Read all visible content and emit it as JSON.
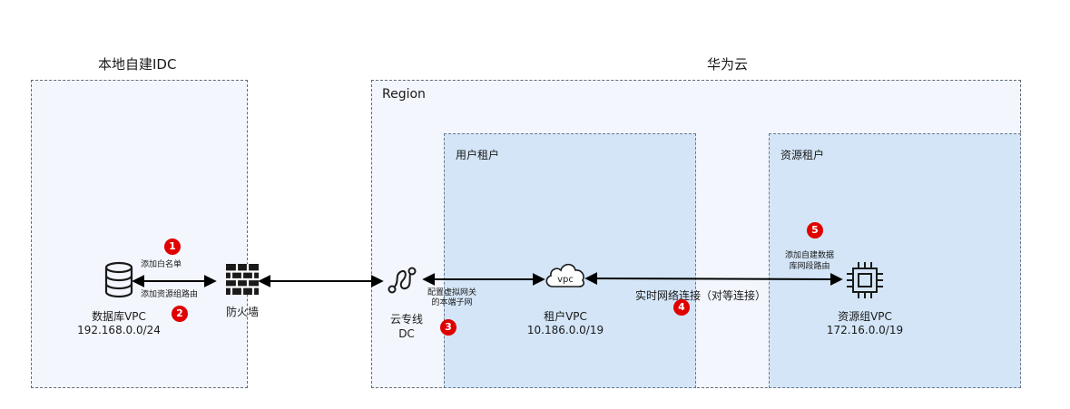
{
  "zones": {
    "idc_title": "本地自建IDC",
    "cloud_title": "华为云",
    "region_title": "Region",
    "user_tenant_title": "用户租户",
    "resource_tenant_title": "资源租户"
  },
  "nodes": {
    "database": {
      "name": "数据库VPC",
      "cidr": "192.168.0.0/24"
    },
    "firewall": {
      "name": "防火墙"
    },
    "direct_connect": {
      "name": "云专线",
      "sub": "DC"
    },
    "tenant_vpc": {
      "icon_text": "vpc",
      "name": "租户VPC",
      "cidr": "10.186.0.0/19"
    },
    "resource_vpc": {
      "name": "资源组VPC",
      "cidr": "172.16.0.0/19"
    }
  },
  "steps": [
    {
      "num": "1",
      "text": "添加白名单"
    },
    {
      "num": "2",
      "text": "添加资源组路由"
    },
    {
      "num": "3",
      "text_line1": "配置虚拟网关",
      "text_line2": "的本端子网"
    },
    {
      "num": "4",
      "text": "实时网络连接（对等连接）"
    },
    {
      "num": "5",
      "text_line1": "添加自建数据",
      "text_line2": "库网段路由"
    }
  ],
  "colors": {
    "badge": "#e00000",
    "zone_light": "#f3f7fd",
    "zone_blue": "#d3e5f7",
    "icon": "#1a1a1a"
  }
}
